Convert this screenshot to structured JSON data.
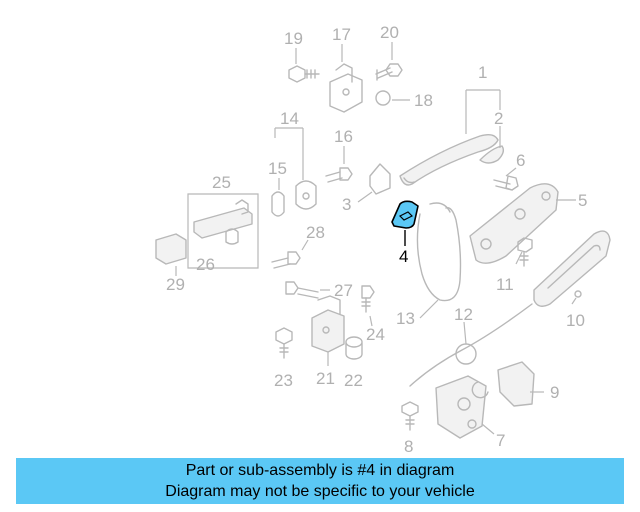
{
  "callouts": [
    "1",
    "2",
    "3",
    "4",
    "5",
    "6",
    "7",
    "8",
    "9",
    "10",
    "11",
    "12",
    "13",
    "14",
    "15",
    "16",
    "17",
    "18",
    "19",
    "20",
    "21",
    "22",
    "23",
    "24",
    "25",
    "26",
    "27",
    "28",
    "29"
  ],
  "highlighted_part": "4",
  "highlight_color": "#5bc8f5",
  "caption": {
    "line1": "Part or sub-assembly is #4 in diagram",
    "line2": "Diagram may not be specific to your vehicle"
  }
}
